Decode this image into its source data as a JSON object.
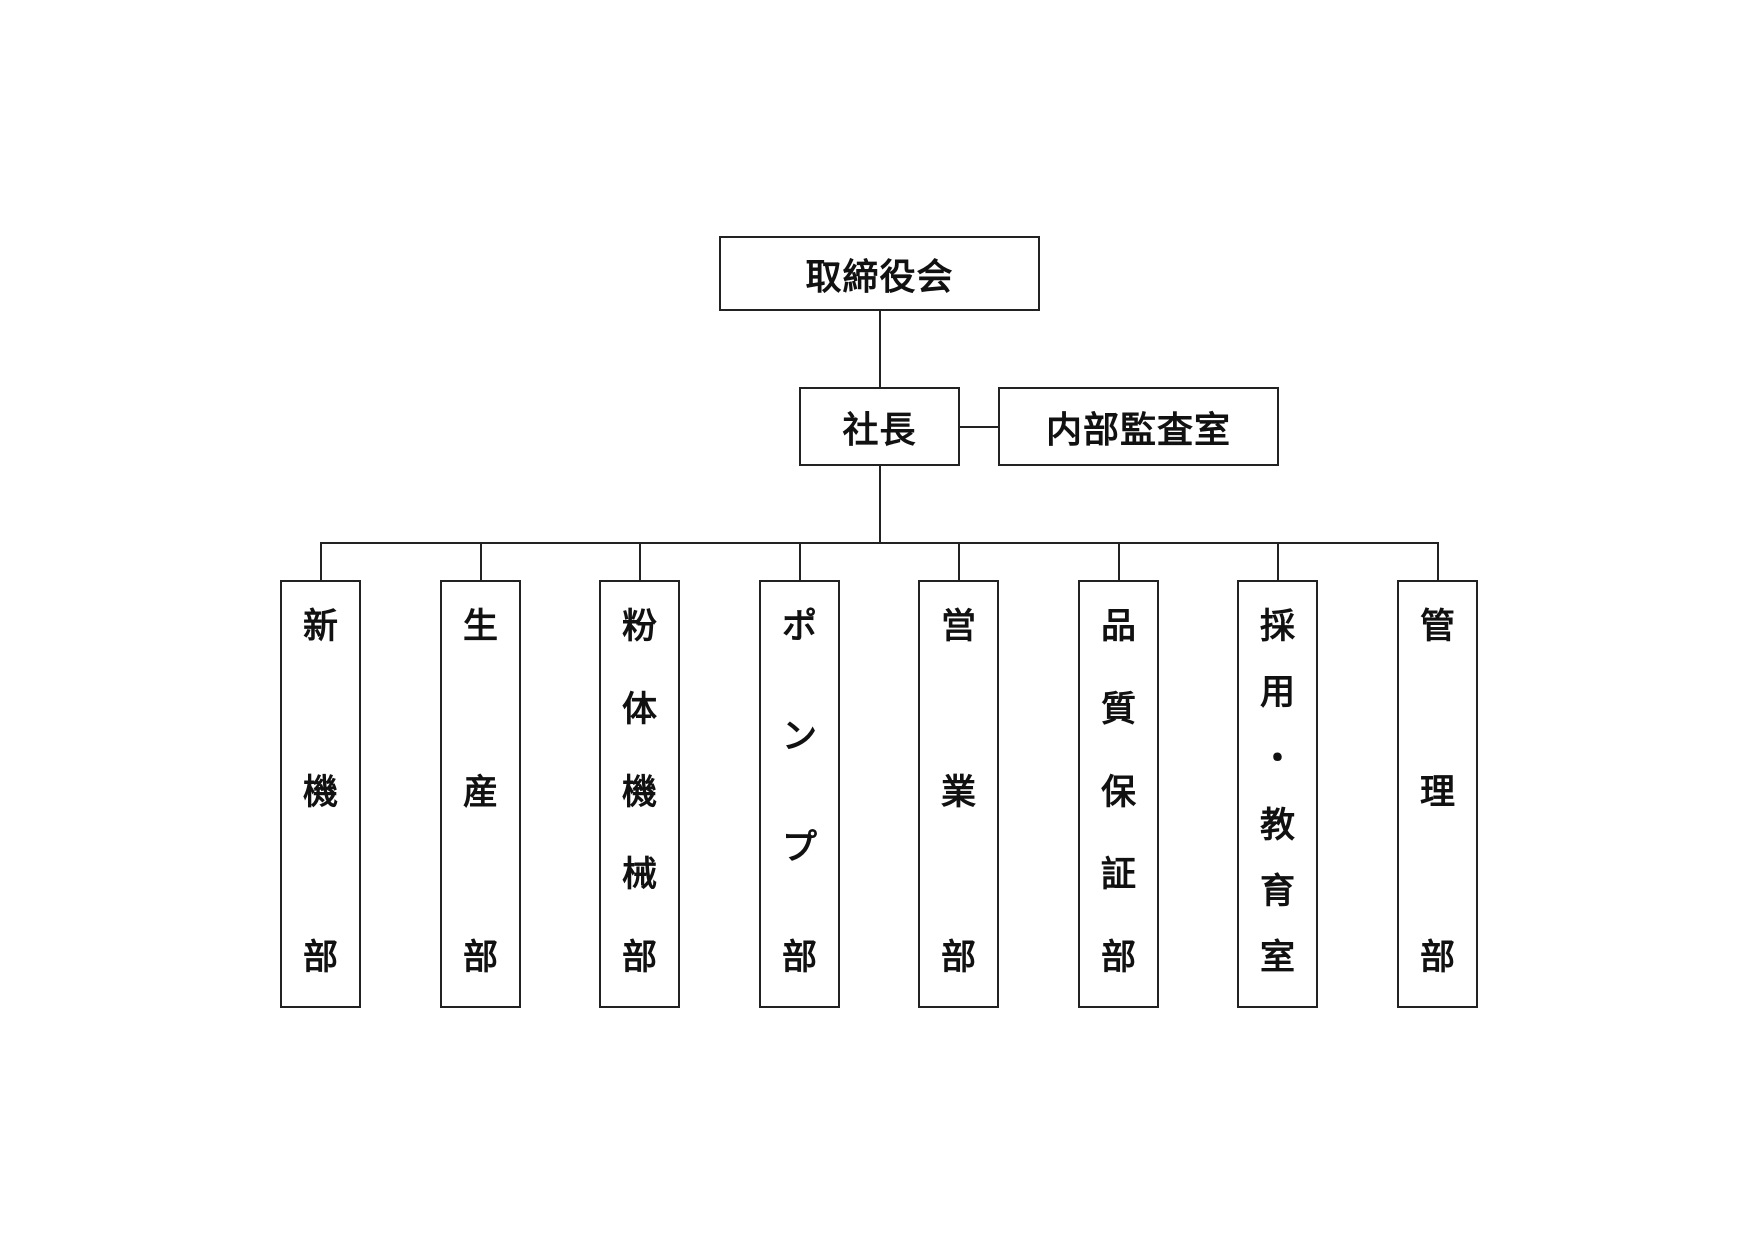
{
  "org_chart": {
    "board": {
      "label": "取締役会"
    },
    "president": {
      "label": "社長"
    },
    "internal_audit": {
      "label": "内部監査室"
    },
    "departments": [
      {
        "id": "shinki",
        "chars": [
          "新",
          "機",
          "部"
        ]
      },
      {
        "id": "seisan",
        "chars": [
          "生",
          "産",
          "部"
        ]
      },
      {
        "id": "funtai-kikai",
        "chars": [
          "粉",
          "体",
          "機",
          "械",
          "部"
        ]
      },
      {
        "id": "pump",
        "chars": [
          "ポ",
          "ン",
          "プ",
          "部"
        ]
      },
      {
        "id": "eigyo",
        "chars": [
          "営",
          "業",
          "部"
        ]
      },
      {
        "id": "hinshitsu-hosho",
        "chars": [
          "品",
          "質",
          "保",
          "証",
          "部"
        ]
      },
      {
        "id": "saiyo-kyoiku",
        "chars": [
          "採",
          "用",
          "・",
          "教",
          "育",
          "室"
        ]
      },
      {
        "id": "kanri",
        "chars": [
          "管",
          "理",
          "部"
        ]
      }
    ]
  }
}
